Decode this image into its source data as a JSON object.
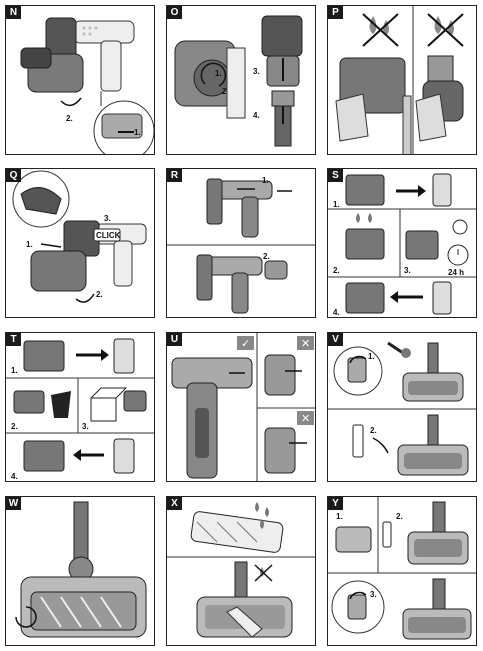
{
  "panels": {
    "N": {
      "label": "N",
      "steps": [
        "1.",
        "2."
      ]
    },
    "O": {
      "label": "O",
      "steps": [
        "1.",
        "2.",
        "3.",
        "4."
      ]
    },
    "P": {
      "label": "P"
    },
    "Q": {
      "label": "Q",
      "steps": [
        "1.",
        "2.",
        "3."
      ],
      "click_text": "CLICK"
    },
    "R": {
      "label": "R",
      "steps": [
        "1.",
        "2."
      ]
    },
    "S": {
      "label": "S",
      "steps": [
        "1.",
        "2.",
        "3.",
        "4."
      ],
      "time_text": "24 h"
    },
    "T": {
      "label": "T",
      "steps": [
        "1.",
        "2.",
        "3.",
        "4."
      ]
    },
    "U": {
      "label": "U",
      "marks": {
        "ok": "✓",
        "no": "✕"
      }
    },
    "V": {
      "label": "V",
      "steps": [
        "1.",
        "2."
      ]
    },
    "W": {
      "label": "W"
    },
    "X": {
      "label": "X"
    },
    "Y": {
      "label": "Y",
      "steps": [
        "1.",
        "2.",
        "3."
      ]
    }
  },
  "colors": {
    "border": "#222222",
    "dark_gray": "#4a4a4a",
    "mid_gray": "#8a8a8a",
    "light_gray": "#d6d6d6",
    "label_bg": "#1a1a1a"
  },
  "icons": [
    "arrow-icon",
    "droplet-icon",
    "no-water-icon",
    "sun-icon",
    "clock-icon",
    "bin-icon",
    "box-icon",
    "wrench-icon",
    "check-icon",
    "cross-icon"
  ]
}
